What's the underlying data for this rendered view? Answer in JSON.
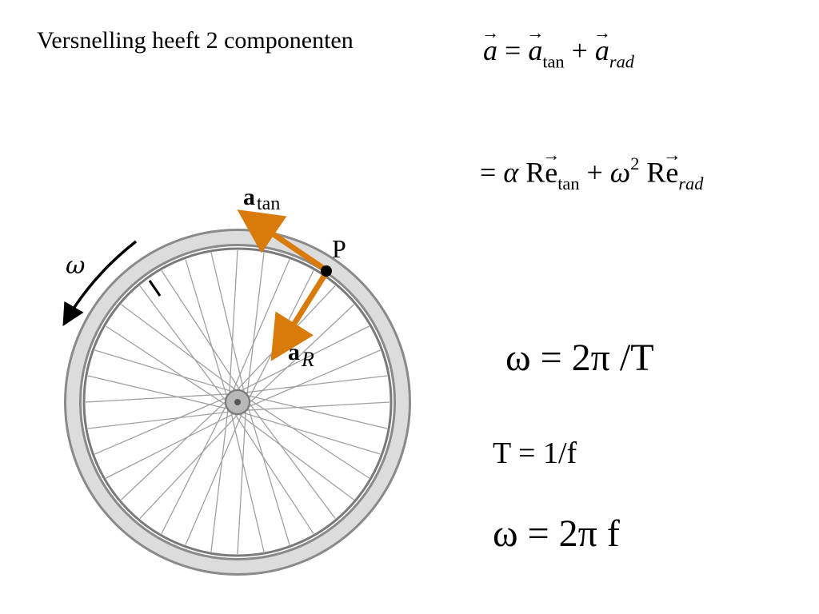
{
  "heading": "Versnelling heeft 2 componenten",
  "equations": {
    "eq1": {
      "a": "a",
      "equals": "=",
      "plus": "+",
      "sub_tan": "tan",
      "sub_rad": "rad"
    },
    "eq2": {
      "equals": "=",
      "alpha": "α",
      "R": "R",
      "e": "e",
      "sub_tan": "tan",
      "plus": "+",
      "omega": "ω",
      "sup": "2",
      "sub_rad": "rad"
    },
    "eq3": "ω = 2π /T",
    "eq4": "T = 1/f",
    "eq5": "ω = 2π f"
  },
  "diagram": {
    "label_omega": "ω",
    "label_P": "P",
    "label_atan_a": "a",
    "label_atan_sub": "tan",
    "label_aR_a": "a",
    "label_aR_sub": "R",
    "colors": {
      "arrow": "#d97b0a",
      "rim": "#8a8a8a",
      "tire": "#d0d0d0",
      "spoke": "#9a9a9a"
    }
  }
}
